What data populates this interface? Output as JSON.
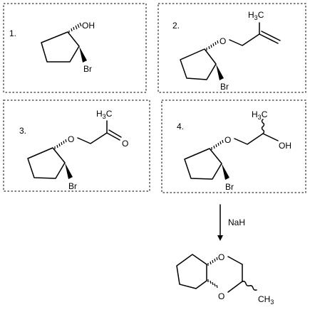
{
  "panels": [
    {
      "number": "1.",
      "atoms": {
        "oh": "OH",
        "br": "Br"
      }
    },
    {
      "number": "2.",
      "atoms": {
        "o": "O",
        "br": "Br",
        "h3c_main": "H",
        "h3c_sub": "3",
        "h3c_c": "C"
      }
    },
    {
      "number": "3.",
      "atoms": {
        "o": "O",
        "o2": "O",
        "br": "Br",
        "h3c_main": "H",
        "h3c_sub": "3",
        "h3c_c": "C"
      }
    },
    {
      "number": "4.",
      "atoms": {
        "o": "O",
        "oh": "OH",
        "br": "Br",
        "h3c_main": "H",
        "h3c_sub": "3",
        "h3c_c": "C"
      }
    }
  ],
  "reaction": {
    "reagent": "NaH"
  },
  "product": {
    "atoms": {
      "o_top": "O",
      "o_bottom": "O",
      "ch3_c": "CH",
      "ch3_sub": "3"
    }
  }
}
